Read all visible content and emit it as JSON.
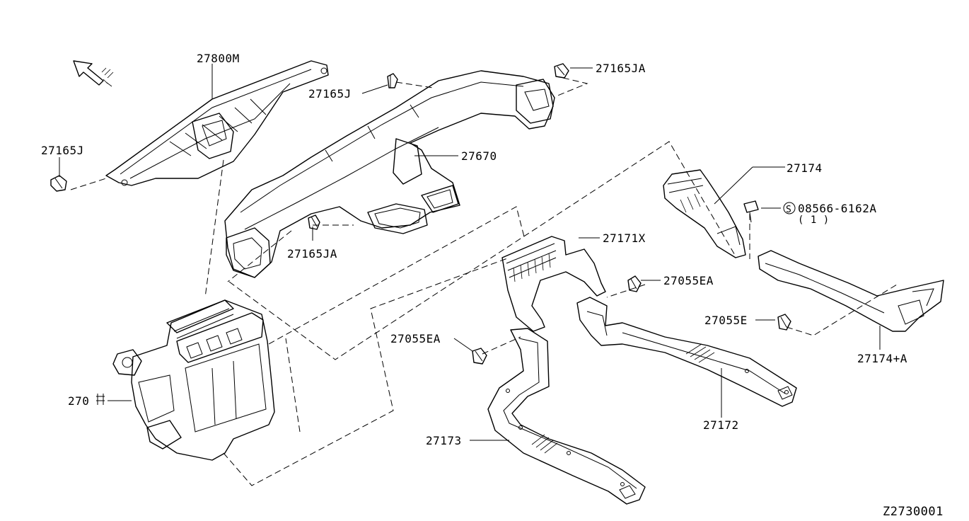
{
  "diagram_code": "Z2730001",
  "labels": {
    "p27800M": "27800M",
    "p27165JA_top": "27165JA",
    "p27165J_mid": "27165J",
    "p27165J_left": "27165J",
    "p27670": "27670",
    "p27165JA_mid": "27165JA",
    "p27174": "27174",
    "p08566": "08566-6162A",
    "p08566_qty": "( 1 )",
    "p08566_symbol": "S",
    "p27171X": "27171X",
    "p27055EA_right": "27055EA",
    "p27055E": "27055E",
    "p27174A": "27174+A",
    "p27055EA_left": "27055EA",
    "p270": "270",
    "p27172": "27172",
    "p27173": "27173"
  },
  "icons": {
    "front_arrow": "front-direction-arrow-icon",
    "fastener": "clip-fastener-icon",
    "screw": "screw-icon"
  }
}
